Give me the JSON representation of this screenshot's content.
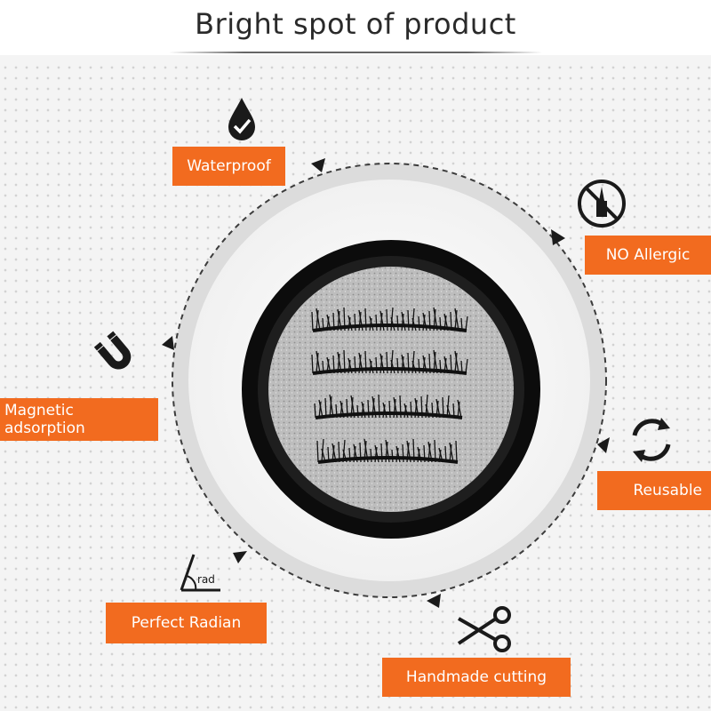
{
  "header": {
    "title": "Bright spot of product"
  },
  "features": [
    {
      "label": "Waterproof",
      "icon": "waterproof-icon"
    },
    {
      "label": "NO Allergic",
      "icon": "no-allergic-icon"
    },
    {
      "label": "Reusable",
      "icon": "recycle-icon"
    },
    {
      "label": "Handmade cutting",
      "icon": "scissors-icon"
    },
    {
      "label": "Perfect Radian",
      "icon": "radian-icon"
    },
    {
      "label": "Magnetic adsorption",
      "icon": "magnet-icon"
    }
  ],
  "icon_text": {
    "radian": "rad"
  },
  "colors": {
    "accent": "#f26b1f",
    "title": "#2a2a2a",
    "ring": "#dcdcdc"
  }
}
